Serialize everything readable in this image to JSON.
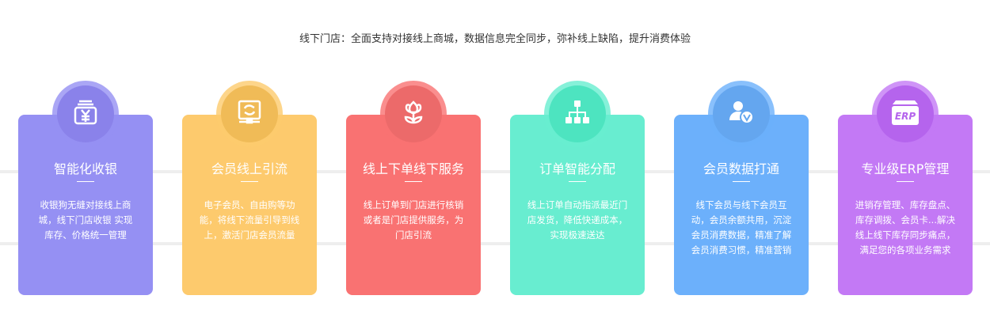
{
  "headline": "线下门店：全面支持对接线上商城，数据信息完全同步，弥补线上缺陷，提升消费体验",
  "cards": [
    {
      "title": "智能化收银",
      "desc": "收银狗无缝对接线上商城，线下门店收银 实现库存、价格统一管理",
      "icon": "cash-register-yen-icon",
      "color": "#9590f3",
      "circle": "#8a82ea"
    },
    {
      "title": "会员线上引流",
      "desc": "电子会员、自由购等功能，将线下流量引导到线上，激活门店会员流量",
      "icon": "monitor-sync-icon",
      "color": "#fdca6d",
      "circle": "#f0bb57"
    },
    {
      "title": "线上下单线下服务",
      "desc": "线上订单到门店进行核销或者是门店提供服务，为门店引流",
      "icon": "flower-icon",
      "color": "#f97272",
      "circle": "#ec6a6a"
    },
    {
      "title": "订单智能分配",
      "desc": "线上订单自动指派最近门店发货，降低快递成本，实现极速送达",
      "icon": "hierarchy-icon",
      "color": "#68edd0",
      "circle": "#4de4c0"
    },
    {
      "title": "会员数据打通",
      "desc": "线下会员与线下会员互动，会员余额共用，沉淀会员消费数据，精准了解会员消费习惯，精准营销",
      "icon": "user-check-icon",
      "color": "#6cb0fb",
      "circle": "#64a6ef"
    },
    {
      "title": "专业级ERP管理",
      "desc": "进销存管理、库存盘点、库存调拨、会员卡...解决线上线下库存同步痛点，满足您的各项业务需求",
      "icon": "erp-box-icon",
      "color": "#c379f5",
      "circle": "#b564ed",
      "icon_text": "ERP"
    }
  ]
}
